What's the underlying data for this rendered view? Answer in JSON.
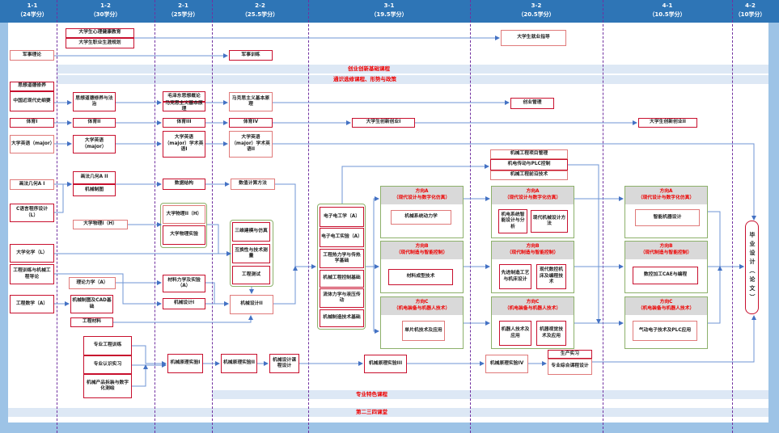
{
  "semesters": [
    {
      "term": "1-1",
      "credits": "（24学分）"
    },
    {
      "term": "1-2",
      "credits": "（30学分）"
    },
    {
      "term": "2-1",
      "credits": "（25学分）"
    },
    {
      "term": "2-2",
      "credits": "（25.5学分）"
    },
    {
      "term": "3-1",
      "credits": "（19.5学分）"
    },
    {
      "term": "3-2",
      "credits": "（20.5学分）"
    },
    {
      "term": "4-1",
      "credits": "（10.5学分）"
    },
    {
      "term": "4-2",
      "credits": "（10学分）"
    }
  ],
  "bands": {
    "innovation": "创业创新基础课程",
    "general": "通识选修课程、形势与政策",
    "specialty": "专业特色课程",
    "classrooms": "第二三四课堂"
  },
  "courses": {
    "psych": "大学生心理健康教育",
    "career": "大学生职业生涯规划",
    "employ": "大学生就业指导",
    "mil_theory": "军事理论",
    "mil_train": "军事训练",
    "moral": "思想道德修养",
    "history": "中国近现代史纲要",
    "moral2": "思想道德修养与法治",
    "mao1": "毛泽东思想概论",
    "mao2": "马克思主义基本原理",
    "marx": "马克思主义基本原理",
    "marx2": "创业管理",
    "pe1": "体育I",
    "pe2": "体育II",
    "pe3": "体育III",
    "pe4": "体育IV",
    "eng1": "大学英语（major）",
    "eng2": "大学英语（major）",
    "eng3": "大学英语（major）学术英语I",
    "eng4": "大学英语（major）学术英语II",
    "innov1": "大学生创新创业I",
    "innov2": "大学生创新创业II",
    "draw1": "画法几何A I",
    "draw2": "画法几何A II",
    "draw3": "机械制图",
    "cprog": "C语言程序设计（L）",
    "prog": "数据结构",
    "numcalc": "数值计算方法",
    "phys1": "大学物理I（H）",
    "phys2": "大学物理II（H）",
    "physlab": "大学物理实验",
    "chem": "大学化学（L）",
    "intro": "工程训练与机械工程导论",
    "engmath": "工程数学（A）",
    "theomech": "理论力学（A）",
    "cad": "机械制图及CAD基础",
    "material": "工程材料",
    "matmech": "材料力学及实验（A）",
    "design1": "机械设计I",
    "design2": "机械设计II",
    "model3d": "三维建模与仿真",
    "tolerance": "互换性与技术测量",
    "testing": "工程测试",
    "proj_train": "专业工程训练",
    "cog_prac": "专业认识实习",
    "disassembly": "机械产品拆装与数字化测绘",
    "lab1": "机械原理实验I",
    "lab2": "机械原理实验II",
    "lab3": "机械原理实验III",
    "lab4": "机械原理实验IV",
    "course_design": "机械设计课程设计",
    "elec": "电子电工学（A）",
    "eleclab": "电子电工实验（A）",
    "fluid": "工程热力学与传热学基础",
    "mfg": "机械工程控制基础",
    "hydraulic": "流体力学与液压传动",
    "mfgtech": "机械制造技术基础",
    "pm": "机械工程项目管理",
    "plc": "机电传动与PLC控制",
    "frontier": "机械工程前沿技术",
    "prod_prac": "生产实习",
    "comp_design": "专业综合课程设计",
    "a31": "机械系统动力学",
    "b31": "材料成型技术",
    "c31": "单片机技术及应用",
    "a32a": "机电系统智能设计与分析",
    "a32b": "现代机械设计方法",
    "b32a": "先进制造工艺与机床设计",
    "b32b": "现代数控机床及编程技术",
    "c32a": "机器人技术及应用",
    "c32b": "机器视觉技术及应用",
    "a41": "智能机器设计",
    "b41": "数控加工CAE与编程",
    "c41": "气动电子技术及PLC应用",
    "graduation": "毕业设计（论文）"
  },
  "directions": {
    "A": {
      "name": "方向A",
      "topic": "（现代设计与数字化仿真）"
    },
    "B": {
      "name": "方向B",
      "topic": "（现代制造与智能控制）"
    },
    "C": {
      "name": "方向C",
      "topic": "（机电装备与机器人技术）"
    }
  }
}
